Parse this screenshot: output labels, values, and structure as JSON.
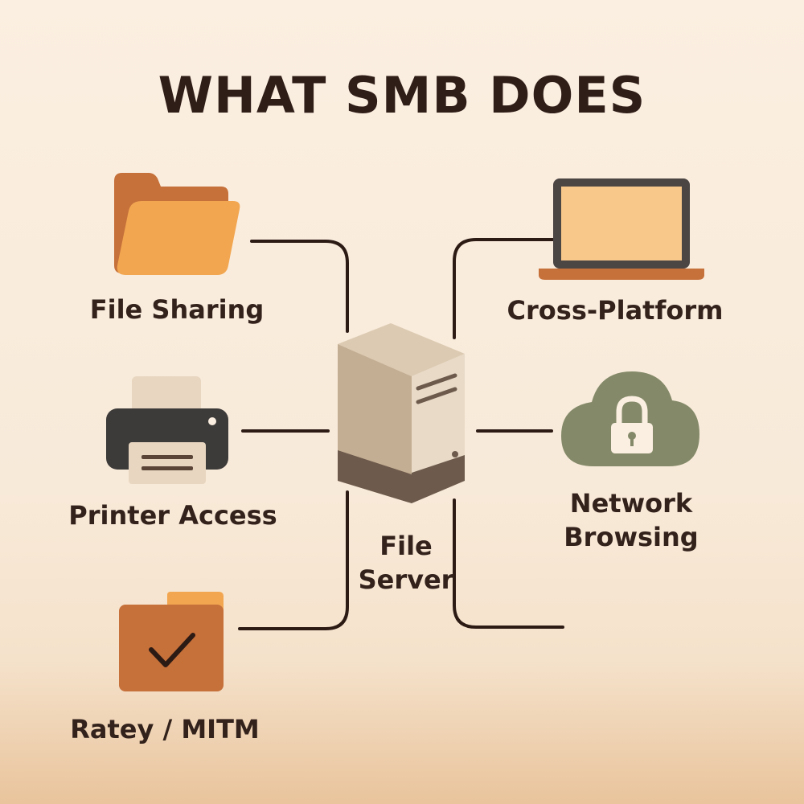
{
  "title": "WHAT SMB DOES",
  "center": {
    "label_line1": "File",
    "label_line2": "Server",
    "icon": "server-tower-icon"
  },
  "features": {
    "file_sharing": {
      "label": "File Sharing",
      "icon": "folder-icon"
    },
    "printer_access": {
      "label": "Printer Access",
      "icon": "printer-icon"
    },
    "ratey_mitm": {
      "label": "Ratey / MITM",
      "icon": "checkmark-folder-icon"
    },
    "cross_platform": {
      "label": "Cross-Platform",
      "icon": "laptop-icon"
    },
    "network_browsing": {
      "label_line1": "Network",
      "label_line2": "Browsing",
      "icon": "cloud-lock-icon"
    }
  },
  "colors": {
    "background": "#fbefe1",
    "connector": "#2c1a14",
    "folder_orange": "#f2a650",
    "folder_dark": "#c6703a",
    "server_top": "#dccab2",
    "server_side": "#c3ae93",
    "server_front": "#e8dac7",
    "server_base": "#6d5a4c",
    "laptop_screen": "#f7c889",
    "laptop_frame": "#4b4543",
    "cloud": "#848a69"
  }
}
